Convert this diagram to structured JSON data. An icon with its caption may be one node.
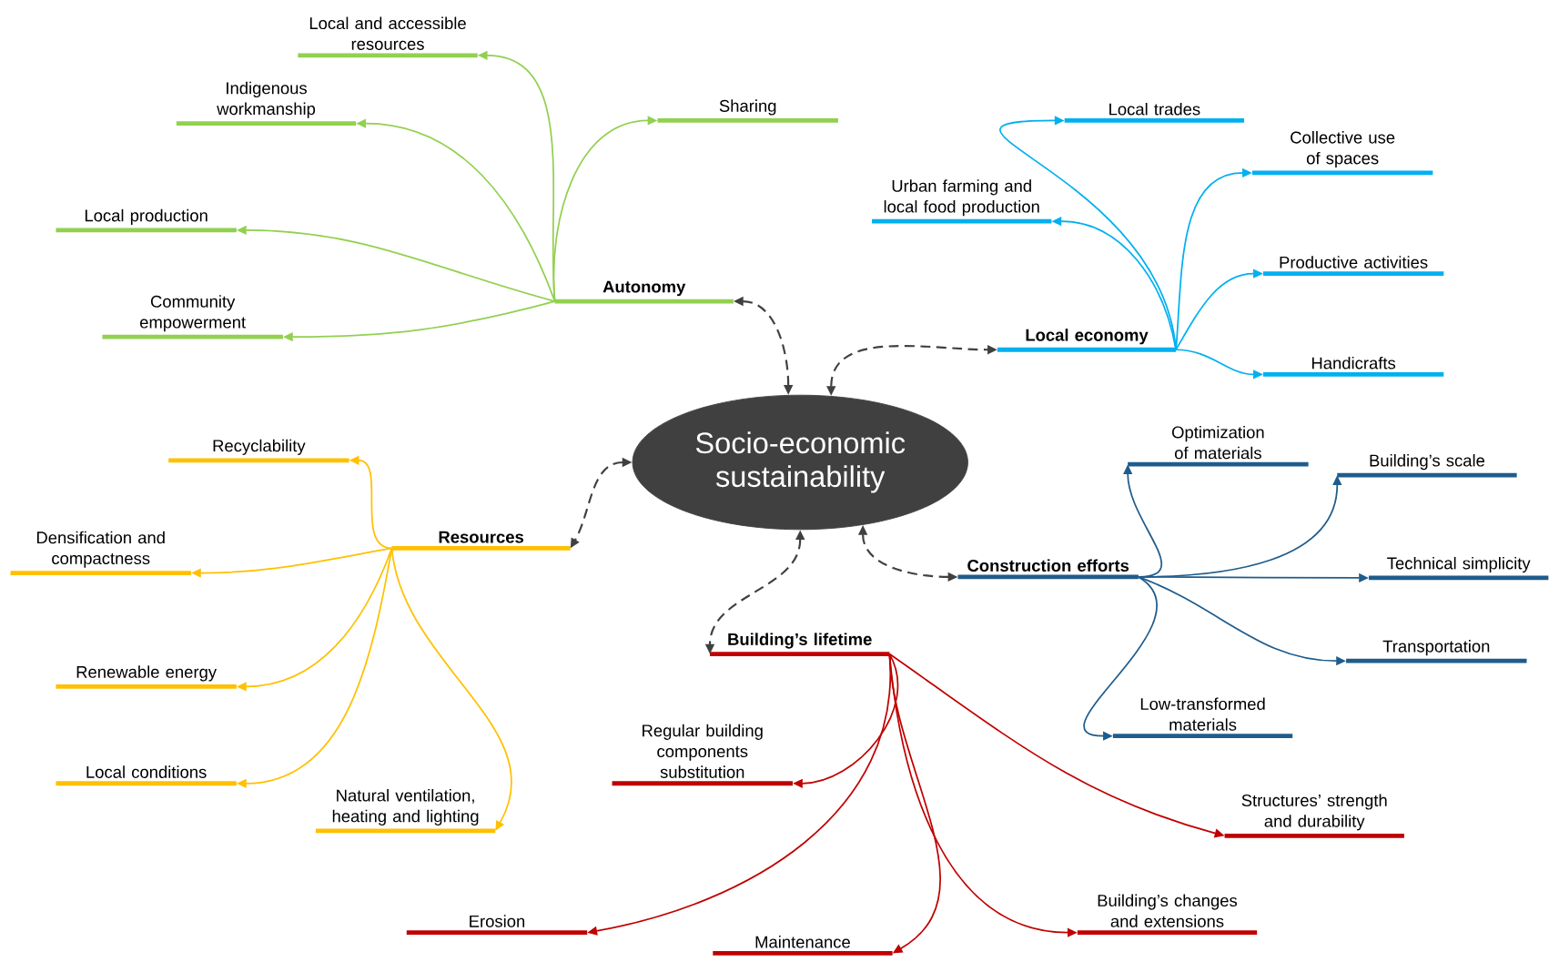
{
  "diagram": {
    "nodes": [
      {
        "text": [
          "Socio-economic sustainability"
        ]
      },
      {
        "text": [
          "Autonomy"
        ]
      },
      {
        "text": [
          "Local and accessible resources"
        ]
      },
      {
        "text": [
          "Indigenous workmanship"
        ]
      },
      {
        "text": [
          "Sharing"
        ]
      },
      {
        "text": [
          "Local production"
        ]
      },
      {
        "text": [
          "Community empowerment"
        ]
      },
      {
        "text": [
          "Local economy"
        ]
      },
      {
        "text": [
          "Local trades"
        ]
      },
      {
        "text": [
          "Collective use of spaces"
        ]
      },
      {
        "text": [
          "Urban farming and local food production"
        ]
      },
      {
        "text": [
          "Productive activities"
        ]
      },
      {
        "text": [
          "Handicrafts"
        ]
      },
      {
        "text": [
          "Resources"
        ]
      },
      {
        "text": [
          "Recyclability"
        ]
      },
      {
        "text": [
          "Densification and compactness"
        ]
      },
      {
        "text": [
          "Renewable energy"
        ]
      },
      {
        "text": [
          "Local conditions"
        ]
      },
      {
        "text": [
          "Natural ventilation, heating and lighting"
        ]
      },
      {
        "text": [
          "Construction efforts"
        ]
      },
      {
        "text": [
          "Optimization of materials"
        ]
      },
      {
        "text": [
          "Building’s scale"
        ]
      },
      {
        "text": [
          "Technical simplicity"
        ]
      },
      {
        "text": [
          "Transportation"
        ]
      },
      {
        "text": [
          "Low-transformed materials"
        ]
      },
      {
        "text": [
          "Building’s lifetime"
        ]
      },
      {
        "text": [
          "Regular building components substitution"
        ]
      },
      {
        "text": [
          "Structures’ strength and durability"
        ]
      },
      {
        "text": [
          "Erosion"
        ]
      },
      {
        "text": [
          "Maintenance"
        ]
      },
      {
        "text": [
          "Building’s changes and extensions"
        ]
      }
    ],
    "edges": [
      {
        "from": 1,
        "to": 2,
        "arrow": "to",
        "color": "#92d050"
      },
      {
        "from": 1,
        "to": 3,
        "arrow": "to",
        "color": "#92d050"
      },
      {
        "from": 1,
        "to": 4,
        "arrow": "to",
        "color": "#92d050"
      },
      {
        "from": 1,
        "to": 5,
        "arrow": "to",
        "color": "#92d050"
      },
      {
        "from": 1,
        "to": 6,
        "arrow": "to",
        "color": "#92d050"
      },
      {
        "from": 7,
        "to": 8,
        "arrow": "to",
        "color": "#00b0f0"
      },
      {
        "from": 7,
        "to": 9,
        "arrow": "to",
        "color": "#00b0f0"
      },
      {
        "from": 7,
        "to": 10,
        "arrow": "to",
        "color": "#00b0f0"
      },
      {
        "from": 7,
        "to": 11,
        "arrow": "to",
        "color": "#00b0f0"
      },
      {
        "from": 7,
        "to": 12,
        "arrow": "to",
        "color": "#00b0f0"
      },
      {
        "from": 13,
        "to": 14,
        "arrow": "to",
        "color": "#ffc000"
      },
      {
        "from": 13,
        "to": 15,
        "arrow": "to",
        "color": "#ffc000"
      },
      {
        "from": 13,
        "to": 16,
        "arrow": "to",
        "color": "#ffc000"
      },
      {
        "from": 13,
        "to": 17,
        "arrow": "to",
        "color": "#ffc000"
      },
      {
        "from": 13,
        "to": 18,
        "arrow": "to",
        "color": "#ffc000"
      },
      {
        "from": 19,
        "to": 20,
        "arrow": "to",
        "color": "#1f5c8c"
      },
      {
        "from": 19,
        "to": 21,
        "arrow": "to",
        "color": "#1f5c8c"
      },
      {
        "from": 19,
        "to": 22,
        "arrow": "to",
        "color": "#1f5c8c"
      },
      {
        "from": 19,
        "to": 23,
        "arrow": "to",
        "color": "#1f5c8c"
      },
      {
        "from": 19,
        "to": 24,
        "arrow": "to",
        "color": "#1f5c8c"
      },
      {
        "from": 25,
        "to": 26,
        "arrow": "to",
        "color": "#c00000"
      },
      {
        "from": 25,
        "to": 27,
        "arrow": "to",
        "color": "#c00000"
      },
      {
        "from": 25,
        "to": 28,
        "arrow": "to",
        "color": "#c00000"
      },
      {
        "from": 25,
        "to": 29,
        "arrow": "to",
        "color": "#c00000"
      },
      {
        "from": 25,
        "to": 30,
        "arrow": "to",
        "color": "#c00000"
      },
      {
        "from": 0,
        "to": 1,
        "arrow": "both",
        "style": "dashed",
        "color": "#404040"
      },
      {
        "from": 0,
        "to": 7,
        "arrow": "both",
        "style": "dashed",
        "color": "#404040"
      },
      {
        "from": 0,
        "to": 13,
        "arrow": "both",
        "style": "dashed",
        "color": "#404040"
      },
      {
        "from": 0,
        "to": 19,
        "arrow": "both",
        "style": "dashed",
        "color": "#404040"
      },
      {
        "from": 0,
        "to": 25,
        "arrow": "both",
        "style": "dashed",
        "color": "#404040"
      }
    ]
  }
}
